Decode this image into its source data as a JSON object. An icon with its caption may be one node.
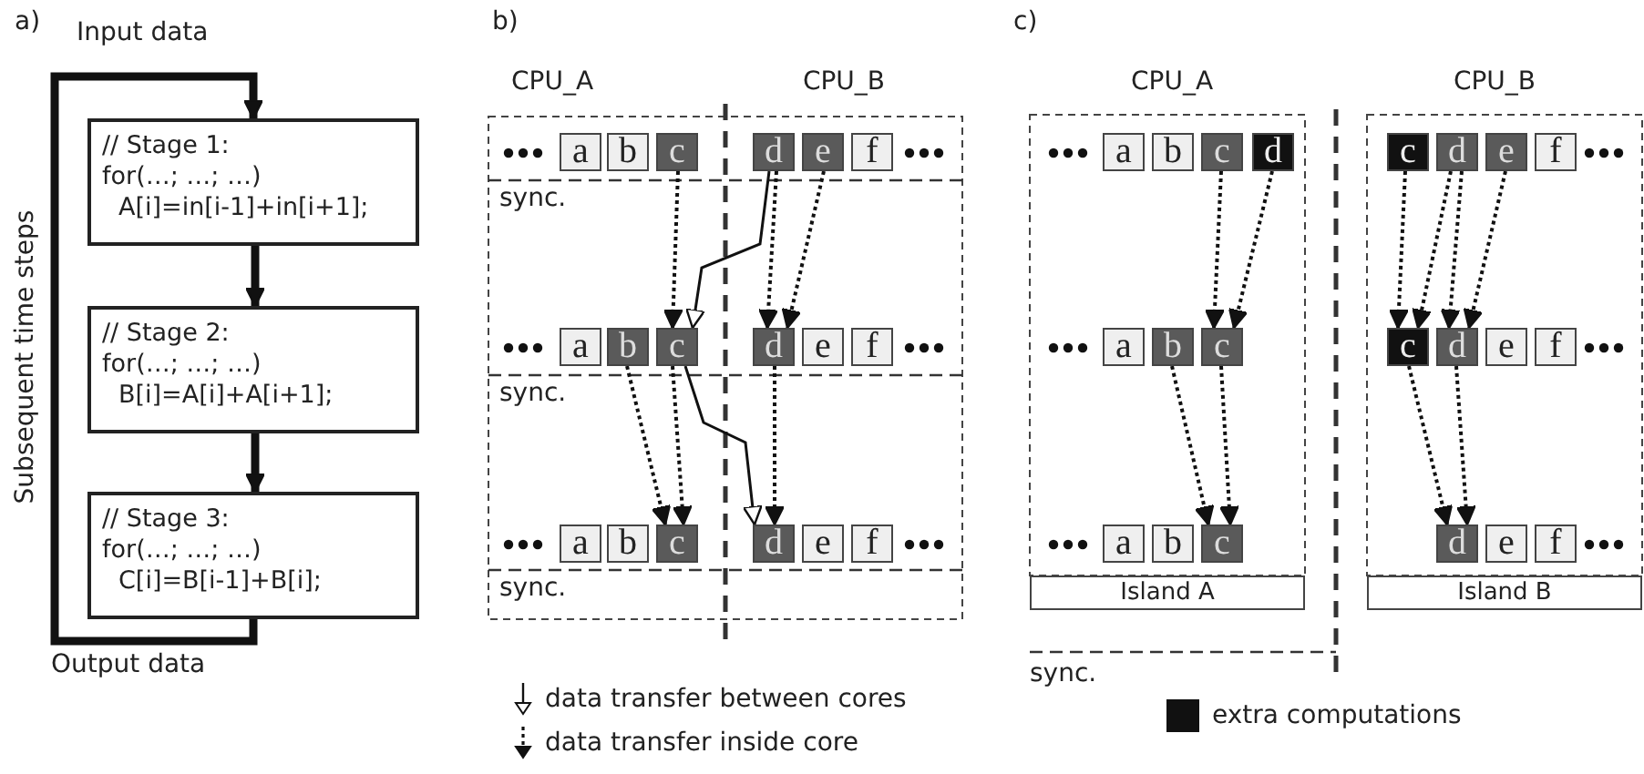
{
  "diagram": {
    "nodes": [
      {
        "text": [
          "// Stage 1:",
          "for(…; …; …)",
          "A[i]=in[i-1]+in[i+1];"
        ]
      },
      {
        "text": [
          "// Stage 2:",
          "for(…; …; …)",
          "B[i]=A[i]+A[i+1];"
        ]
      },
      {
        "text": [
          "// Stage 3:",
          "for(…; …; …)",
          "C[i]=B[i-1]+B[i];"
        ]
      },
      {
        "text": [
          "a"
        ]
      },
      {
        "text": [
          "b"
        ]
      },
      {
        "text": [
          "c"
        ]
      },
      {
        "text": [
          "d"
        ]
      },
      {
        "text": [
          "e"
        ]
      },
      {
        "text": [
          "f"
        ]
      },
      {
        "text": [
          "a"
        ]
      },
      {
        "text": [
          "b"
        ]
      },
      {
        "text": [
          "c"
        ]
      },
      {
        "text": [
          "d"
        ]
      },
      {
        "text": [
          "e"
        ]
      },
      {
        "text": [
          "f"
        ]
      },
      {
        "text": [
          "a"
        ]
      },
      {
        "text": [
          "b"
        ]
      },
      {
        "text": [
          "c"
        ]
      },
      {
        "text": [
          "d"
        ]
      },
      {
        "text": [
          "e"
        ]
      },
      {
        "text": [
          "f"
        ]
      },
      {
        "text": [
          "a"
        ]
      },
      {
        "text": [
          "b"
        ]
      },
      {
        "text": [
          "c"
        ]
      },
      {
        "text": [
          "d"
        ]
      },
      {
        "text": [
          "a"
        ]
      },
      {
        "text": [
          "b"
        ]
      },
      {
        "text": [
          "c"
        ]
      },
      {
        "text": [
          "a"
        ]
      },
      {
        "text": [
          "b"
        ]
      },
      {
        "text": [
          "c"
        ]
      },
      {
        "text": [
          "c"
        ]
      },
      {
        "text": [
          "d"
        ]
      },
      {
        "text": [
          "e"
        ]
      },
      {
        "text": [
          "f"
        ]
      },
      {
        "text": [
          "c"
        ]
      },
      {
        "text": [
          "d"
        ]
      },
      {
        "text": [
          "e"
        ]
      },
      {
        "text": [
          "f"
        ]
      },
      {
        "text": [
          "d"
        ]
      },
      {
        "text": [
          "e"
        ]
      },
      {
        "text": [
          "f"
        ]
      },
      {
        "text": [
          "Island A"
        ]
      },
      {
        "text": [
          "Island B"
        ]
      }
    ],
    "edges": [
      {
        "from": 0,
        "to": 1,
        "arrow": "to",
        "style": "thick"
      },
      {
        "from": 1,
        "to": 2,
        "arrow": "to",
        "style": "thick"
      },
      {
        "from": 2,
        "to": 0,
        "arrow": "to",
        "style": "thick",
        "label": "Subsequent time steps"
      },
      {
        "from": 5,
        "to": 11,
        "arrow": "to",
        "style": "dashed"
      },
      {
        "from": 6,
        "to": 11,
        "arrow": "to"
      },
      {
        "from": 6,
        "to": 12,
        "arrow": "to",
        "style": "dashed"
      },
      {
        "from": 7,
        "to": 12,
        "arrow": "to",
        "style": "dashed"
      },
      {
        "from": 10,
        "to": 17,
        "arrow": "to",
        "style": "dashed"
      },
      {
        "from": 11,
        "to": 17,
        "arrow": "to",
        "style": "dashed"
      },
      {
        "from": 11,
        "to": 18,
        "arrow": "to"
      },
      {
        "from": 12,
        "to": 18,
        "arrow": "to",
        "style": "dashed"
      },
      {
        "from": 23,
        "to": 27,
        "arrow": "to",
        "style": "dashed"
      },
      {
        "from": 24,
        "to": 27,
        "arrow": "to",
        "style": "dashed"
      },
      {
        "from": 26,
        "to": 30,
        "arrow": "to",
        "style": "dashed"
      },
      {
        "from": 27,
        "to": 30,
        "arrow": "to",
        "style": "dashed"
      },
      {
        "from": 31,
        "to": 35,
        "arrow": "to",
        "style": "dashed"
      },
      {
        "from": 32,
        "to": 35,
        "arrow": "to",
        "style": "dashed"
      },
      {
        "from": 32,
        "to": 36,
        "arrow": "to",
        "style": "dashed"
      },
      {
        "from": 33,
        "to": 36,
        "arrow": "to",
        "style": "dashed"
      },
      {
        "from": 35,
        "to": 39,
        "arrow": "to",
        "style": "dashed"
      },
      {
        "from": 36,
        "to": 39,
        "arrow": "to",
        "style": "dashed"
      }
    ],
    "labels": [
      "a)",
      "Input data",
      "b)",
      "CPU_A",
      "CPU_B",
      "c)",
      "CPU_A",
      "CPU_B",
      "sync.",
      "sync.",
      "sync.",
      "Output data",
      "sync."
    ],
    "legend": [
      {
        "text": "data transfer between cores"
      },
      {
        "text": "data transfer inside core"
      },
      {
        "text": "extra computations",
        "color": "#111111"
      }
    ]
  }
}
